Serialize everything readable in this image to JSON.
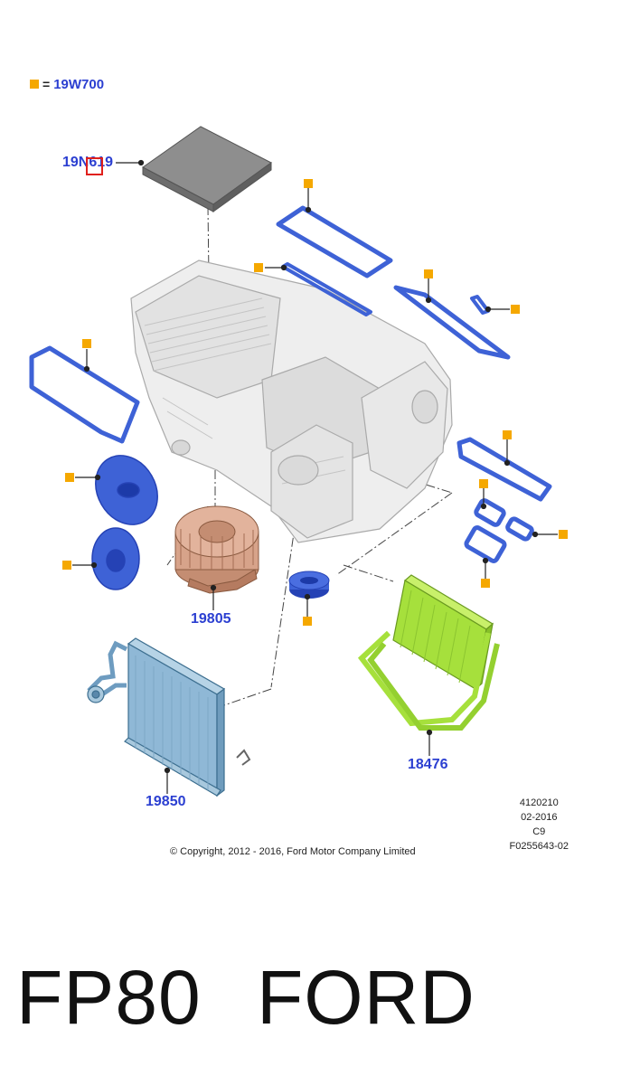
{
  "legend": {
    "symbol": "square",
    "equals": "=",
    "part": "19W700"
  },
  "colors": {
    "label": "#2b3fd1",
    "marker": "#f5a800",
    "highlight": "#e0201c",
    "gasket": "#3e62d6",
    "housing": "#e6e6e6",
    "heater_core": "#a6e03c",
    "evaporator": "#8fb8d6",
    "blower": "#d7a38a"
  },
  "callouts": {
    "filter": "19N619",
    "blower_motor": "19805",
    "evaporator": "19850",
    "heater_core": "18476"
  },
  "meta": {
    "line1": "4120210",
    "line2": "02-2016",
    "line3": "C9",
    "line4": "F0255643-02"
  },
  "copyright": "© Copyright, 2012 - 2016, Ford Motor Company Limited",
  "footer": {
    "left": "FP80",
    "right": "FORD"
  }
}
